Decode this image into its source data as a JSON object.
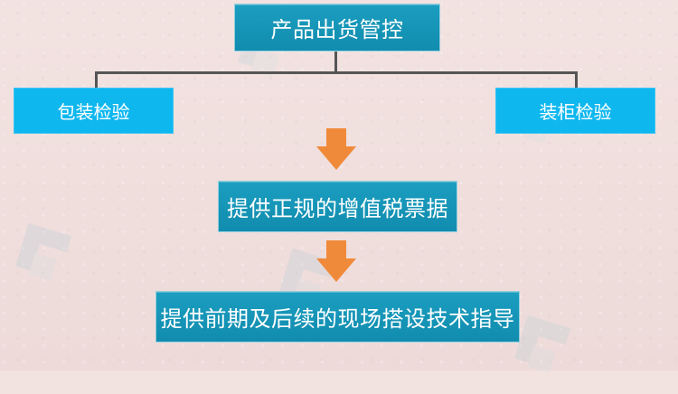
{
  "diagram": {
    "top": "产品出货管控",
    "left": "包装检验",
    "right": "装柜检验",
    "middle": "提供正规的增值税票据",
    "bottom": "提供前期及后续的现场搭设技术指导"
  },
  "colors": {
    "primary_box": "#118cae",
    "secondary_box": "#0fb7ef",
    "arrow": "#f08a3b",
    "connector": "#555555",
    "background": "#f1e0de"
  },
  "icons": {
    "arrow": "down-arrow-icon",
    "watermark": "brand-watermark-icon"
  }
}
